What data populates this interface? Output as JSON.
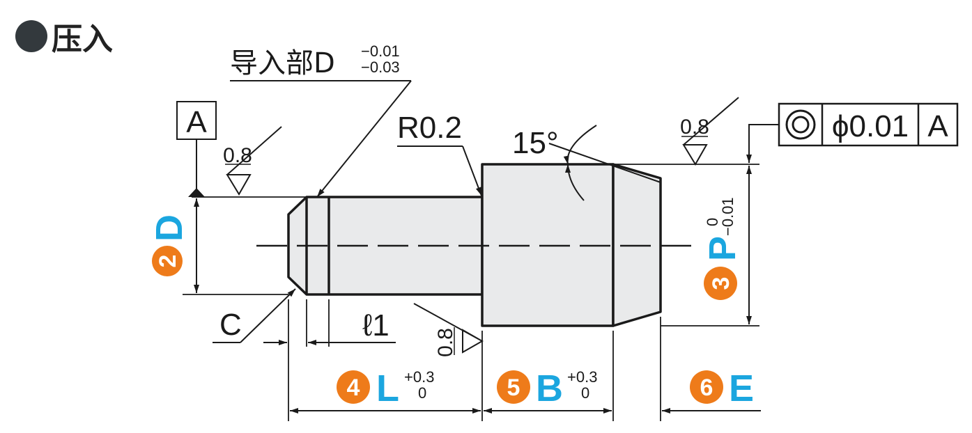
{
  "title": "●压入",
  "title_text": "压入",
  "labels": {
    "datum": "A",
    "lead_in": "导入部D",
    "lead_in_tol_upper": "−0.01",
    "lead_in_tol_lower": "−0.03",
    "radius": "R0.2",
    "angle": "15°",
    "chamfer": "C",
    "length_l1": "ℓ1",
    "roughness_1": "0.8",
    "roughness_2": "0.8",
    "roughness_3": "0.8"
  },
  "feature_control_frame": {
    "symbol": "concentricity",
    "tolerance": "ϕ0.01",
    "datum": "A"
  },
  "dimensions": [
    {
      "number": "2",
      "letter": "D",
      "tol_upper": "",
      "tol_lower": ""
    },
    {
      "number": "3",
      "letter": "P",
      "tol_upper": "0",
      "tol_lower": "−0.01"
    },
    {
      "number": "4",
      "letter": "L",
      "tol_upper": "+0.3",
      "tol_lower": "0"
    },
    {
      "number": "5",
      "letter": "B",
      "tol_upper": "+0.3",
      "tol_lower": "0"
    },
    {
      "number": "6",
      "letter": "E",
      "tol_upper": "",
      "tol_lower": ""
    }
  ],
  "colors": {
    "badge": "#ee7b1a",
    "letter": "#1ba6df",
    "part_fill": "#e9eaeb",
    "line": "#1a1a1a"
  }
}
